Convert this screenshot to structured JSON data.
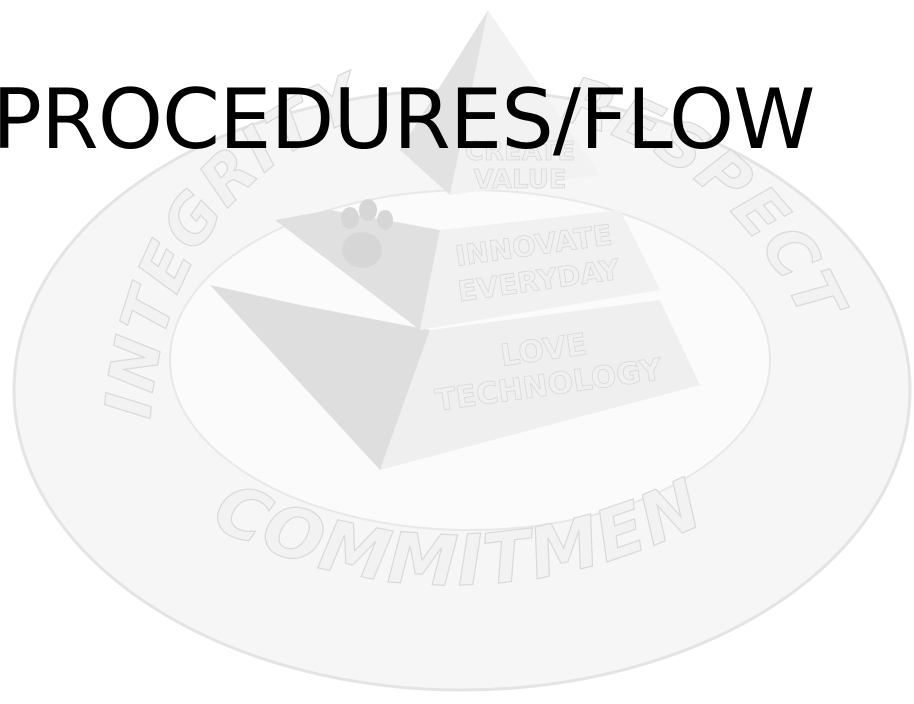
{
  "slide": {
    "title": "PROCEDURES/FLOW"
  },
  "watermark": {
    "ring_words": {
      "left": "INTEGRITY",
      "right": "RESPECT",
      "bottom": "COMMITMENT"
    },
    "pyramid_tiers": {
      "top": [
        "CREATE",
        "VALUE"
      ],
      "middle": [
        "INNOVATE",
        "EVERYDAY"
      ],
      "bottom": [
        "LOVE",
        "TECHNOLOGY"
      ]
    },
    "icon": "paw-print-icon",
    "colors": {
      "ring": "#f4f4f4",
      "ring_edge": "#e2e2e2",
      "pyramid_light": "#eeeeee",
      "pyramid_shade": "#dcdcdc"
    }
  }
}
